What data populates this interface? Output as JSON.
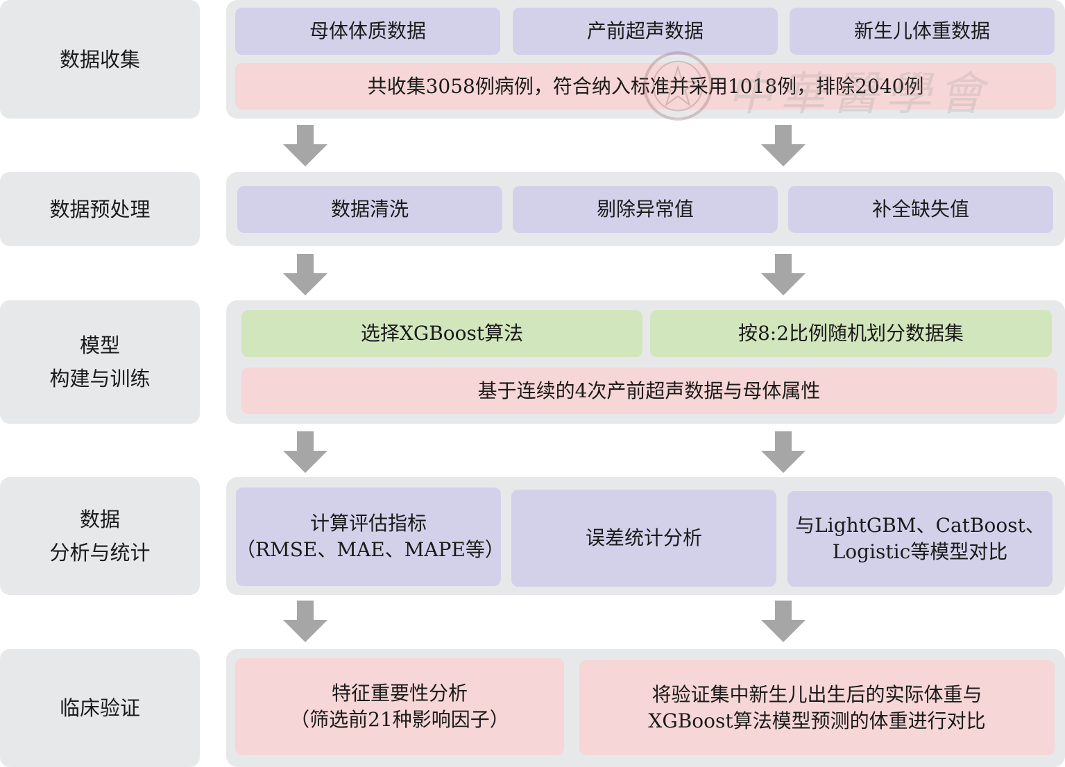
{
  "stages": {
    "collect": {
      "label": "数据收集"
    },
    "preprocess": {
      "label": "数据预处理"
    },
    "model": {
      "label_line1": "模型",
      "label_line2": "构建与训练"
    },
    "analysis": {
      "label_line1": "数据",
      "label_line2": "分析与统计"
    },
    "clinical": {
      "label": "临床验证"
    }
  },
  "collect": {
    "maternal": "母体体质数据",
    "ultrasound": "产前超声数据",
    "newborn_weight": "新生儿体重数据",
    "summary": "共收集3058例病例，符合纳入标准并采用1018例，排除2040例"
  },
  "preprocess": {
    "clean": "数据清洗",
    "remove_outliers": "剔除异常值",
    "impute": "补全缺失值"
  },
  "model": {
    "algorithm": "选择XGBoost算法",
    "split": "按8:2比例随机划分数据集",
    "basis": "基于连续的4次产前超声数据与母体属性"
  },
  "analysis": {
    "metrics_line1": "计算评估指标",
    "metrics_line2": "（RMSE、MAE、MAPE等）",
    "error": "误差统计分析",
    "compare_line1": "与LightGBM、CatBoost、",
    "compare_line2": "Logistic等模型对比"
  },
  "clinical": {
    "feature_line1": "特征重要性分析",
    "feature_line2": "（筛选前21种影响因子）",
    "validation_line1": "将验证集中新生儿出生后的实际体重与",
    "validation_line2": "XGBoost算法模型预测的体重进行对比"
  },
  "watermark": {
    "text": "中華醫學會"
  },
  "colors": {
    "panel": "#e7e8ea",
    "purple": "#d3d1ea",
    "pink": "#f6d6d6",
    "green": "#d2e6bd",
    "arrow": "#a6a6a6"
  }
}
